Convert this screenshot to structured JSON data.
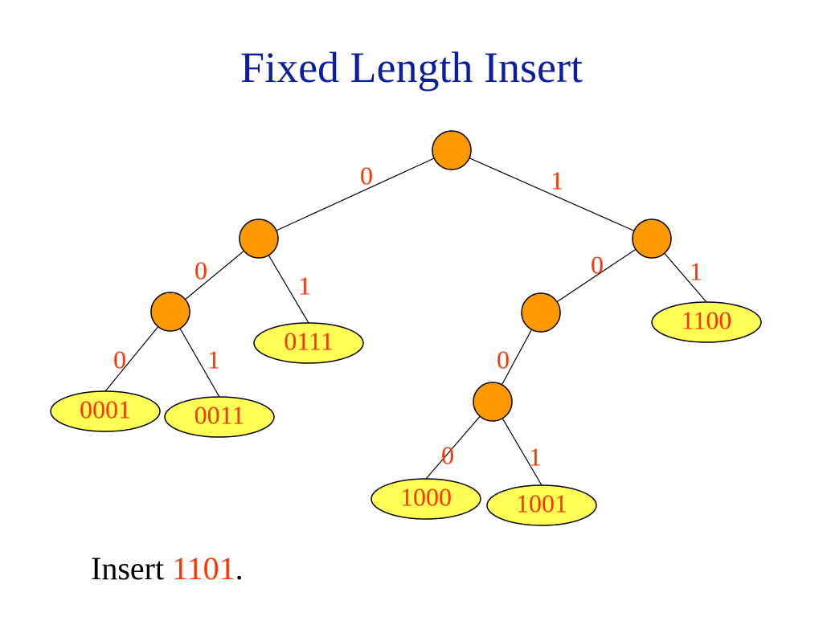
{
  "title": "Fixed Length Insert",
  "colors": {
    "title": "#0a1f9e",
    "node_fill": "#ff9900",
    "leaf_fill": "#ffff55",
    "label": "#ff3300",
    "edge": "#000000"
  },
  "tree": {
    "nodes": [
      {
        "id": "root"
      },
      {
        "id": "n0"
      },
      {
        "id": "n1"
      },
      {
        "id": "n00"
      },
      {
        "id": "n10"
      },
      {
        "id": "n100"
      }
    ],
    "leaves": [
      {
        "id": "leaf-0001",
        "label": "0001"
      },
      {
        "id": "leaf-0011",
        "label": "0011"
      },
      {
        "id": "leaf-0111",
        "label": "0111"
      },
      {
        "id": "leaf-1000",
        "label": "1000"
      },
      {
        "id": "leaf-1001",
        "label": "1001"
      },
      {
        "id": "leaf-1100",
        "label": "1100"
      }
    ],
    "edges": [
      {
        "from": "root",
        "to": "n0",
        "label": "0"
      },
      {
        "from": "root",
        "to": "n1",
        "label": "1"
      },
      {
        "from": "n0",
        "to": "n00",
        "label": "0"
      },
      {
        "from": "n0",
        "to": "leaf-0111",
        "label": "1"
      },
      {
        "from": "n00",
        "to": "leaf-0001",
        "label": "0"
      },
      {
        "from": "n00",
        "to": "leaf-0011",
        "label": "1"
      },
      {
        "from": "n1",
        "to": "n10",
        "label": "0"
      },
      {
        "from": "n1",
        "to": "leaf-1100",
        "label": "1"
      },
      {
        "from": "n10",
        "to": "n100",
        "label": "0"
      },
      {
        "from": "n100",
        "to": "leaf-1000",
        "label": "0"
      },
      {
        "from": "n100",
        "to": "leaf-1001",
        "label": "1"
      }
    ]
  },
  "caption": {
    "prefix": "Insert ",
    "key": "1101",
    "suffix": "."
  }
}
